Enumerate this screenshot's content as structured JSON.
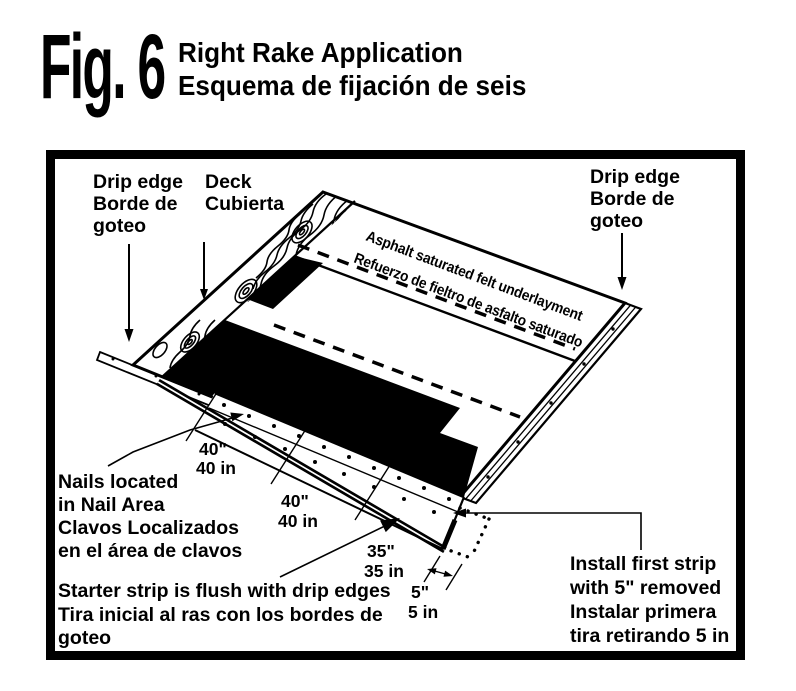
{
  "colors": {
    "ink": "#000000",
    "paper": "#ffffff"
  },
  "title": {
    "fig": "Fig. 6",
    "en": "Right Rake Application",
    "es": "Esquema de fijación de seis"
  },
  "callouts": {
    "drip_edge_left": {
      "lines": [
        "Drip edge",
        "Borde de",
        "goteo"
      ]
    },
    "deck": {
      "lines": [
        "Deck",
        "Cubierta"
      ]
    },
    "drip_edge_right": {
      "lines": [
        "Drip edge",
        "Borde de",
        "goteo"
      ]
    },
    "felt": {
      "lines": [
        "Asphalt saturated felt underlayment",
        "Refuerzo de fieltro de asfalto saturado"
      ]
    },
    "nails": {
      "lines": [
        "Nails located",
        "in Nail Area",
        "Clavos Localizados",
        "en el área de clavos"
      ]
    },
    "starter": {
      "lines": [
        "Starter strip is flush with drip edges",
        "Tira inicial al ras con los bordes de",
        "goteo"
      ]
    },
    "install": {
      "lines": [
        "Install first strip",
        "with 5\" removed",
        "Instalar primera",
        "tira retirando 5 in"
      ]
    }
  },
  "dimensions": {
    "d40a": {
      "lines": [
        "40\"",
        "40 in"
      ]
    },
    "d40b": {
      "lines": [
        "40\"",
        "40 in"
      ]
    },
    "d35": {
      "lines": [
        "35\"",
        "35 in"
      ]
    },
    "d5": {
      "lines": [
        "5\"",
        "5 in"
      ]
    }
  }
}
